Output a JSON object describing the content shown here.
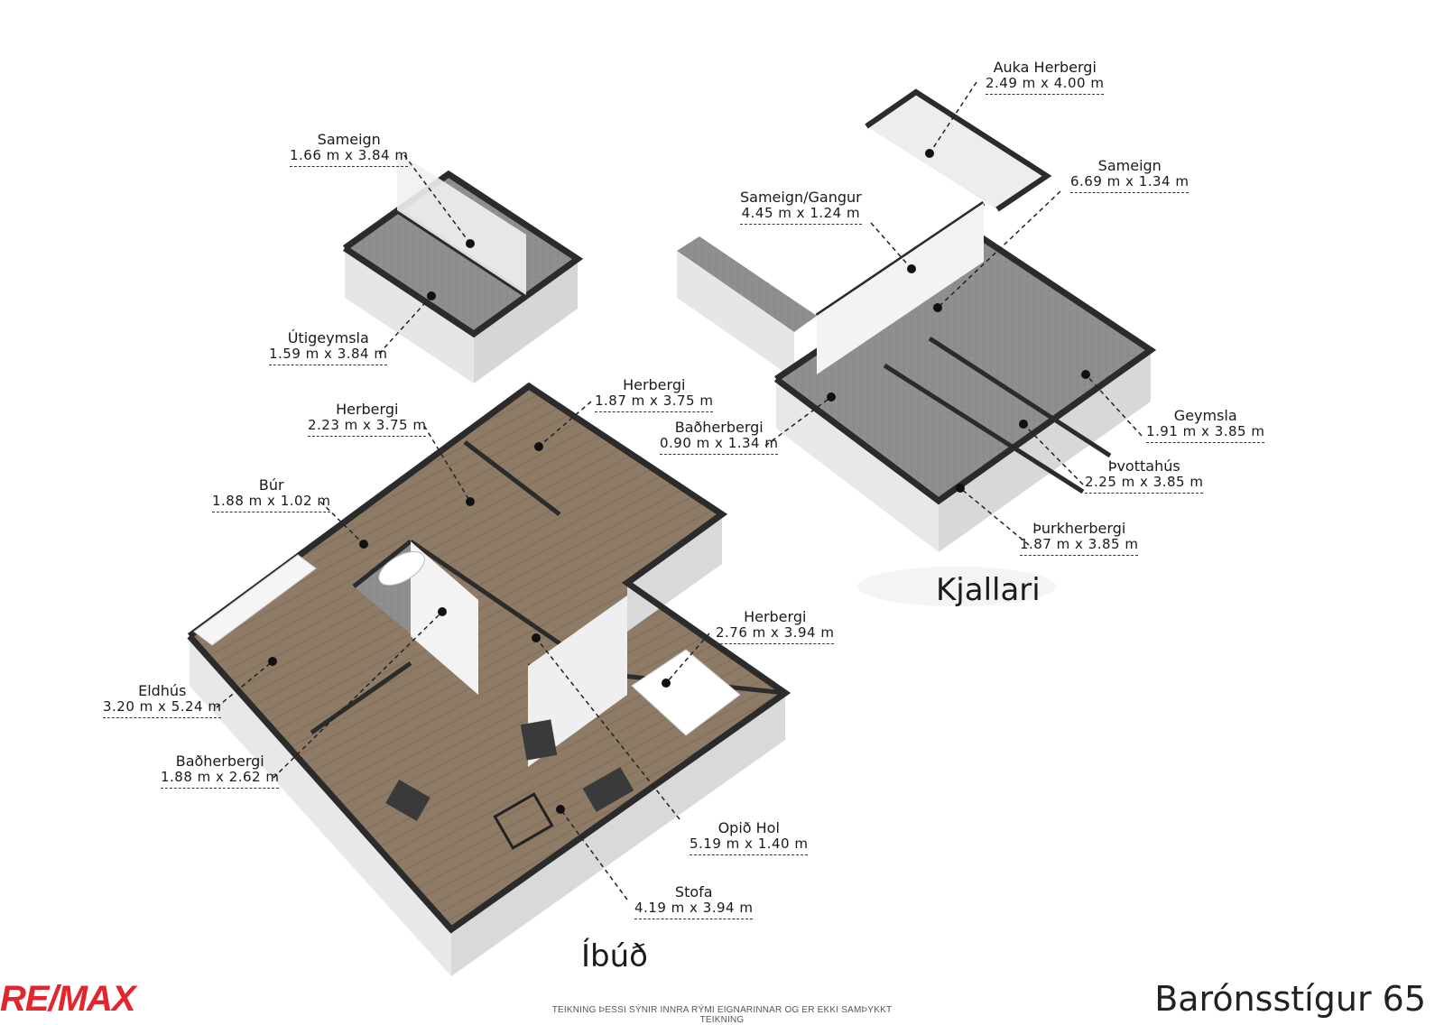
{
  "floors": {
    "ibud": {
      "title": "Íbúð"
    },
    "kjallari": {
      "title": "Kjallari"
    }
  },
  "rooms": [
    {
      "id": "sameign-top",
      "name": "Sameign",
      "dims": "1.66 m x 3.84 m"
    },
    {
      "id": "utigeymsla",
      "name": "Útigeymsla",
      "dims": "1.59 m x 3.84 m"
    },
    {
      "id": "herbergi-1",
      "name": "Herbergi",
      "dims": "1.87 m x 3.75 m"
    },
    {
      "id": "herbergi-2",
      "name": "Herbergi",
      "dims": "2.23 m x 3.75 m"
    },
    {
      "id": "bur",
      "name": "Búr",
      "dims": "1.88 m x 1.02 m"
    },
    {
      "id": "herbergi-3",
      "name": "Herbergi",
      "dims": "2.76 m x 3.94 m"
    },
    {
      "id": "eldhus",
      "name": "Eldhús",
      "dims": "3.20 m x 5.24 m"
    },
    {
      "id": "badherbergi-ibud",
      "name": "Baðherbergi",
      "dims": "1.88 m x 2.62 m"
    },
    {
      "id": "opid-hol",
      "name": "Opið Hol",
      "dims": "5.19 m x 1.40 m"
    },
    {
      "id": "stofa",
      "name": "Stofa",
      "dims": "4.19 m x 3.94 m"
    },
    {
      "id": "auka-herbergi",
      "name": "Auka Herbergi",
      "dims": "2.49 m x 4.00 m"
    },
    {
      "id": "sameign-gangur",
      "name": "Sameign/Gangur",
      "dims": "4.45 m x 1.24 m"
    },
    {
      "id": "sameign-kj",
      "name": "Sameign",
      "dims": "6.69 m x 1.34 m"
    },
    {
      "id": "badherbergi-kj",
      "name": "Baðherbergi",
      "dims": "0.90 m x 1.34 m"
    },
    {
      "id": "geymsla",
      "name": "Geymsla",
      "dims": "1.91 m x 3.85 m"
    },
    {
      "id": "thvottahus",
      "name": "Þvottahús",
      "dims": "2.25 m x 3.85 m"
    },
    {
      "id": "thurkherbergi",
      "name": "Þurkherbergi",
      "dims": "1.87 m x 3.85 m"
    }
  ],
  "footer": {
    "brand_re": "RE/",
    "brand_max": "MAX",
    "disclaimer": "TEIKNING ÞESSI SÝNIR INNRA RÝMI EIGNARINNAR OG ER EKKI SAMÞYKKT TEIKNING",
    "address": "Barónsstígur 65"
  },
  "colors": {
    "wall_top": "#2b2b2b",
    "wall_side": "#e9e9e9",
    "floor_wood": "#8c7a64",
    "floor_grey": "#8a8a8a",
    "brand_red": "#e3252d",
    "brand_blue": "#1b4f9c"
  }
}
